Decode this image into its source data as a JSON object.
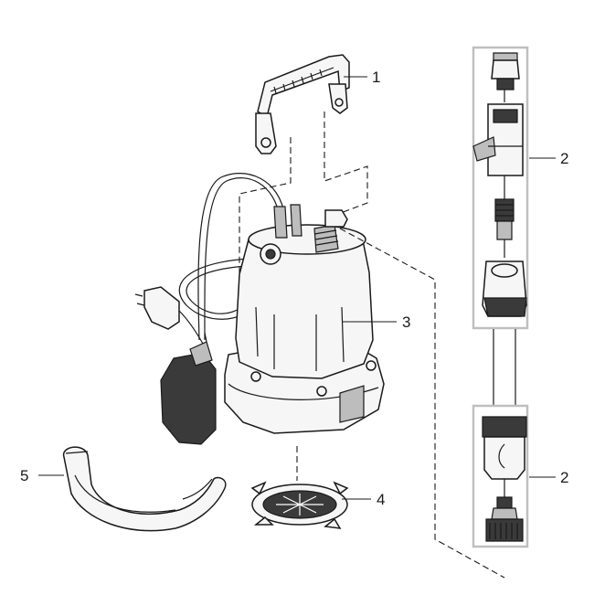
{
  "callouts": {
    "handle": "1",
    "connector_set_top": "2",
    "pump": "3",
    "filter": "4",
    "hose_holder": "5",
    "connector_set_bottom": "2"
  },
  "colors": {
    "ink": "#1a1a1a",
    "frame": "#bfbfbf",
    "shade": "#bdbdbd",
    "dark": "#3a3a3a"
  }
}
